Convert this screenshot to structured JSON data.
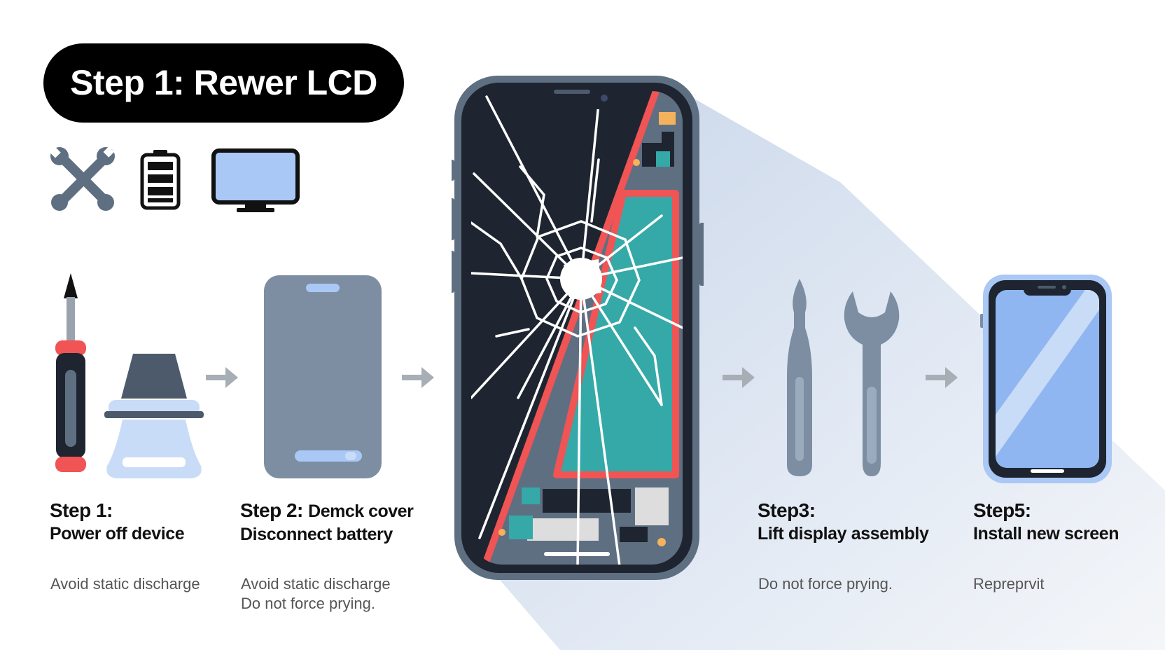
{
  "header": {
    "title": "Step 1: Rewer LCD"
  },
  "top_icons": [
    "tools-icon",
    "battery-icon",
    "monitor-icon"
  ],
  "steps": [
    {
      "title": "Step 1:",
      "subtitle": "Power off device",
      "notes": [
        "Avoid static discharge"
      ]
    },
    {
      "title": "Step 2:",
      "title_extra": "Demck cover",
      "subtitle": "Disconnect battery",
      "notes": [
        "Avoid static discharge",
        "Do not force prying."
      ]
    },
    {
      "title": "Step3:",
      "subtitle": "Lift display assembly",
      "notes": [
        "Do not force prying."
      ]
    },
    {
      "title": "Step5:",
      "subtitle": "Install new screen",
      "notes": [
        "Repreprvit"
      ]
    }
  ],
  "colors": {
    "pill": "#000000",
    "slate": "#5f6f82",
    "light_blue": "#a9c8f5",
    "teal": "#35a9a8",
    "red": "#f05454",
    "dark": "#1e2530",
    "arrow": "#a7aeb6"
  }
}
